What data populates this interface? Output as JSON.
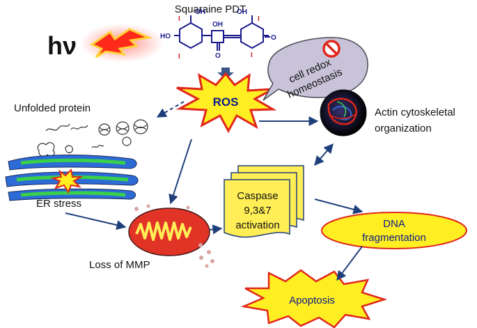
{
  "title": "Squaraine PDT",
  "light_symbol": "hν",
  "molecule": {
    "iodine": "I",
    "hydroxyl": "OH",
    "hydroxyl_left": "HO",
    "oxygen": "O"
  },
  "nodes": {
    "ros": "ROS",
    "redox_line1": "cell redox",
    "redox_line2": "homeostasis",
    "unfolded_protein": "Unfolded protein",
    "actin_line1": "Actin cytoskeletal",
    "actin_line2": "organization",
    "er_stress": "ER stress",
    "caspase_line1": "Caspase",
    "caspase_line2": "9,3&7",
    "caspase_line3": "activation",
    "dna_line1": "DNA",
    "dna_line2": "fragmentation",
    "loss_mmp": "Loss of MMP",
    "apoptosis": "Apoptosis"
  },
  "colors": {
    "arrow": "#1f3f7a",
    "starburst_fill": "#ffee22",
    "starburst_stroke": "#e0261b",
    "ros_text": "#0a1a8a",
    "caspase_fill": "#ffee55",
    "redox_fill": "#c9c3da",
    "er_green": "#39d14a",
    "er_blue": "#2d6bd6",
    "mito_red": "#e23426",
    "no_sign": "#e0261b"
  }
}
